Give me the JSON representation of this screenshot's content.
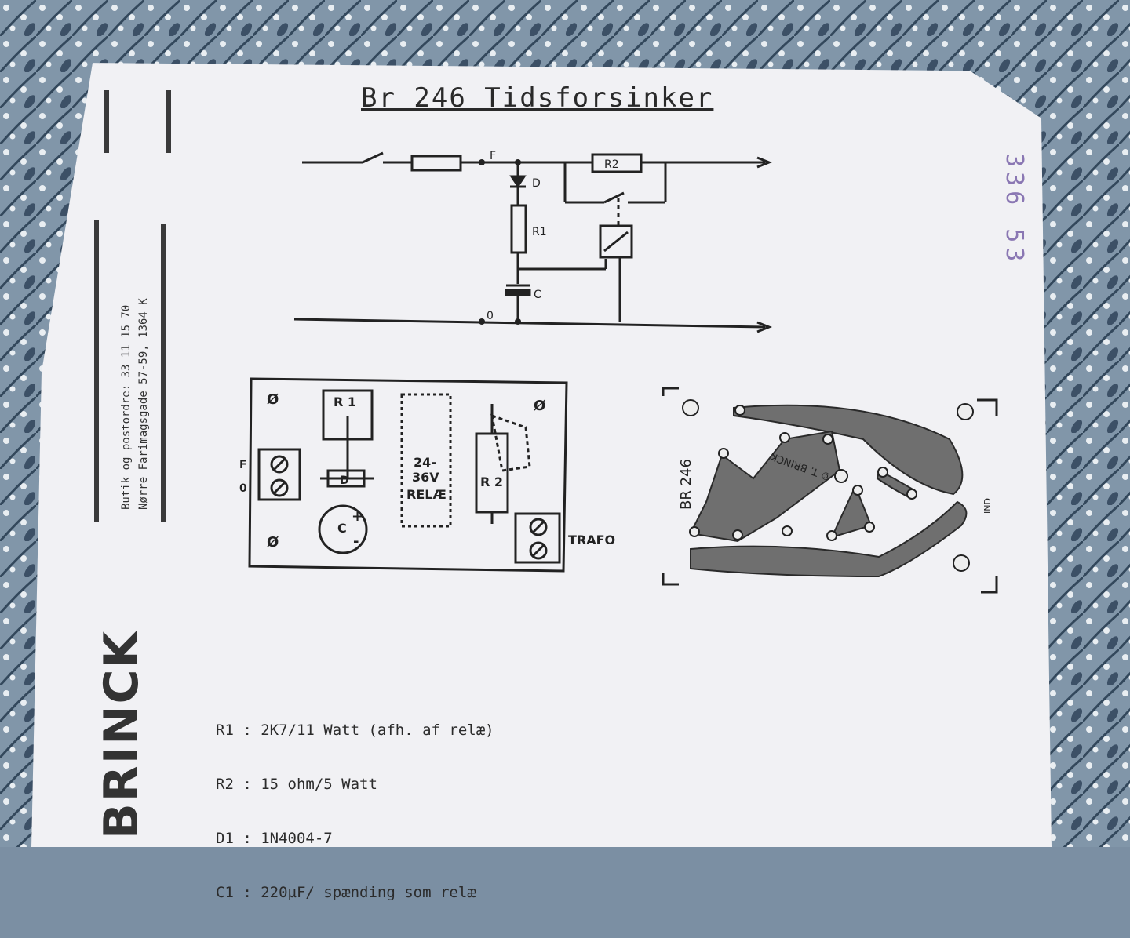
{
  "document": {
    "title": "Br 246  Tidsforsinker",
    "stamp_number": "336 53",
    "address_lines": [
      "Butik og postordre:  33 11 15 70",
      "Nørre Farimagsgade 57-59,  1364 K"
    ],
    "brand": "BRINCK"
  },
  "schematic": {
    "node_f": "F",
    "node_0": "0",
    "diode": "D",
    "resistor_1": "R1",
    "resistor_2": "R2",
    "capacitor": "C"
  },
  "component_layout": {
    "r1": "R 1",
    "diode": "D",
    "capacitor": "C",
    "cap_plus": "+",
    "cap_minus": "-",
    "relay_line1": "24-",
    "relay_line2": "36V",
    "relay_line3": "RELÆ",
    "r2": "R 2",
    "mount_hole": "Ø",
    "terminal_f": "F",
    "terminal_0": "0",
    "trafo": "TRAFO"
  },
  "pcb": {
    "board_label": "BR 246",
    "maker": "© T. BRINCK",
    "input_label": "IND"
  },
  "parts_list": [
    "R1 : 2K7/11 Watt (afh. af relæ)",
    "R2 : 15 ohm/5 Watt",
    "D1 : 1N4004-7",
    "C1 : 220µF/ spænding som relæ"
  ]
}
